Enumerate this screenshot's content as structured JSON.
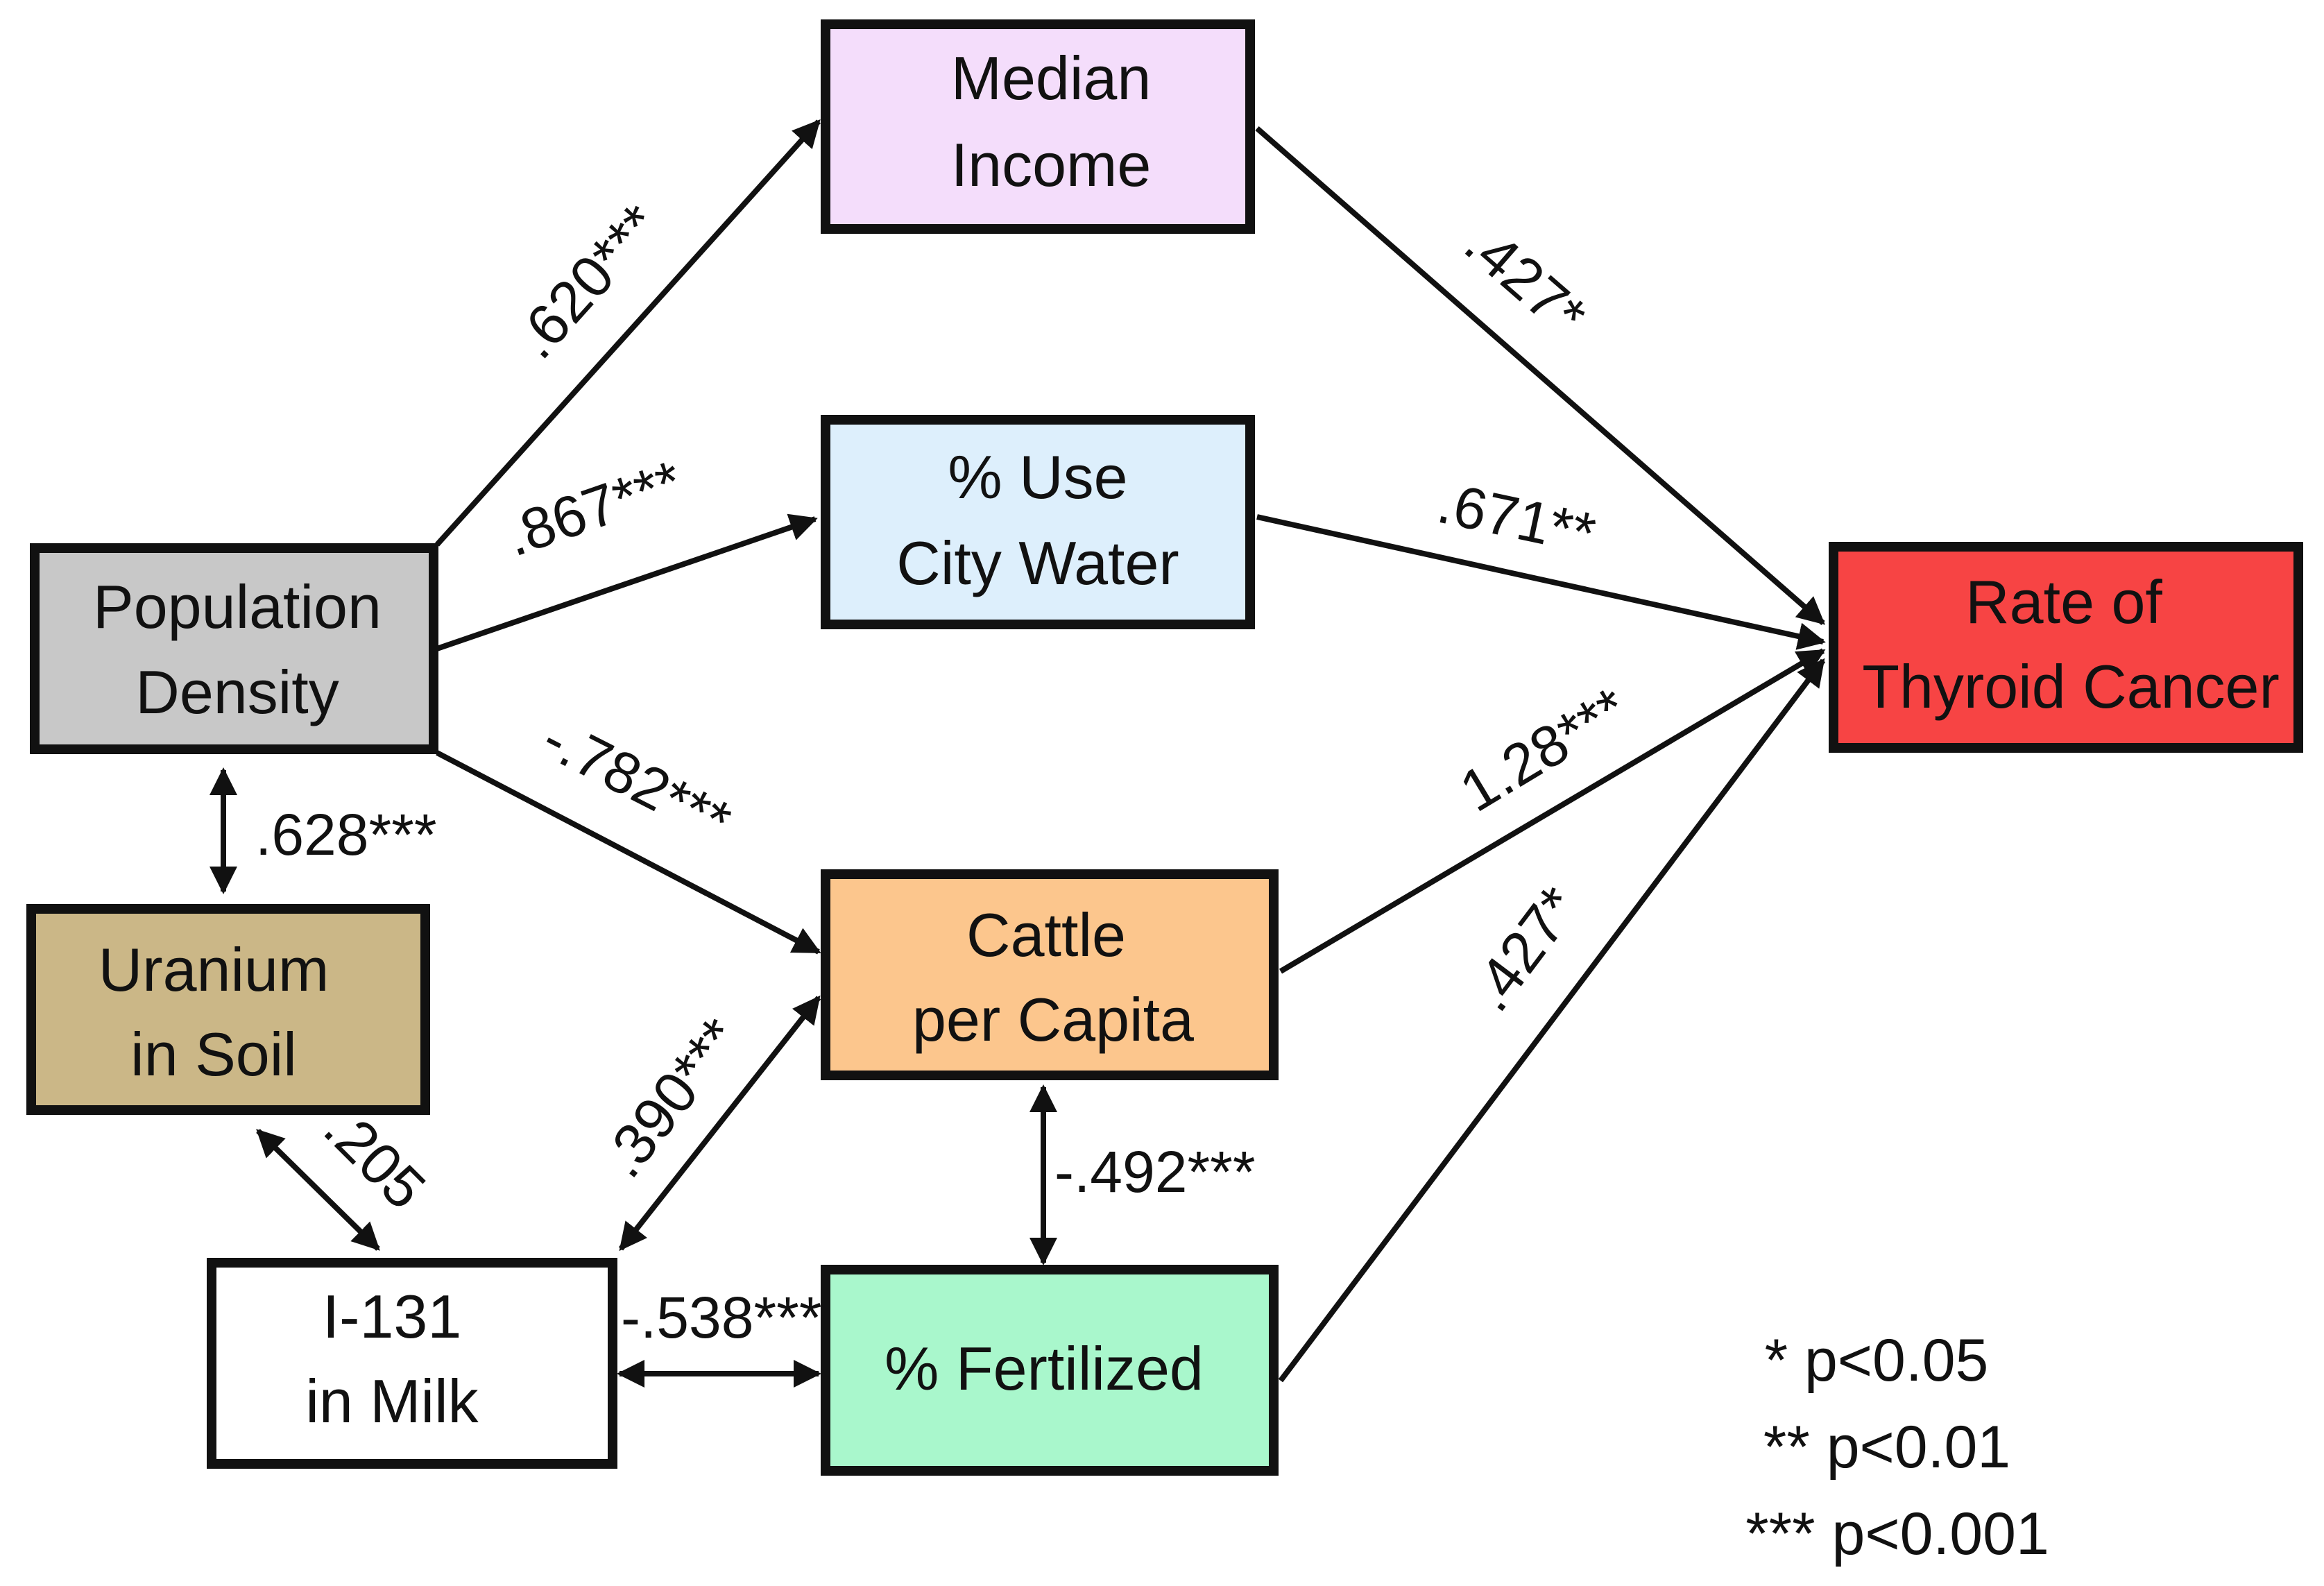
{
  "nodes": {
    "median_income": {
      "line1": "Median",
      "line2": "Income",
      "fill": "#F4DDFB"
    },
    "city_water": {
      "line1": "% Use",
      "line2": "City Water",
      "fill": "#DDEFFC"
    },
    "population_density": {
      "line1": "Population",
      "line2": "Density",
      "fill": "#C8C8C8"
    },
    "thyroid_cancer": {
      "line1": "Rate of",
      "line2": "Thyroid Cancer",
      "fill": "#F74444"
    },
    "uranium_soil": {
      "line1": "Uranium",
      "line2": "in Soil",
      "fill": "#CBB787"
    },
    "cattle_capita": {
      "line1": "Cattle",
      "line2": "per Capita",
      "fill": "#FCC68D"
    },
    "i131_milk": {
      "line1": "I-131",
      "line2": "in Milk",
      "fill": "#FFFFFF"
    },
    "fertilized": {
      "line1": "% Fertilized",
      "fill": "#A9F7CC"
    }
  },
  "edges": {
    "pop_income": ".620***",
    "pop_water": ".867***",
    "pop_cattle": "-.782***",
    "pop_uranium": ".628***",
    "income_thyroid": ".427*",
    "water_thyroid": ".671**",
    "cattle_thyroid": "1.28***",
    "fert_thyroid": ".427*",
    "uranium_i131": ".205",
    "i131_cattle": ".390***",
    "cattle_fert": "-.492***",
    "i131_fert": "-.538***"
  },
  "legend": [
    "* p<0.05",
    "** p<0.01",
    "*** p<0.001"
  ]
}
